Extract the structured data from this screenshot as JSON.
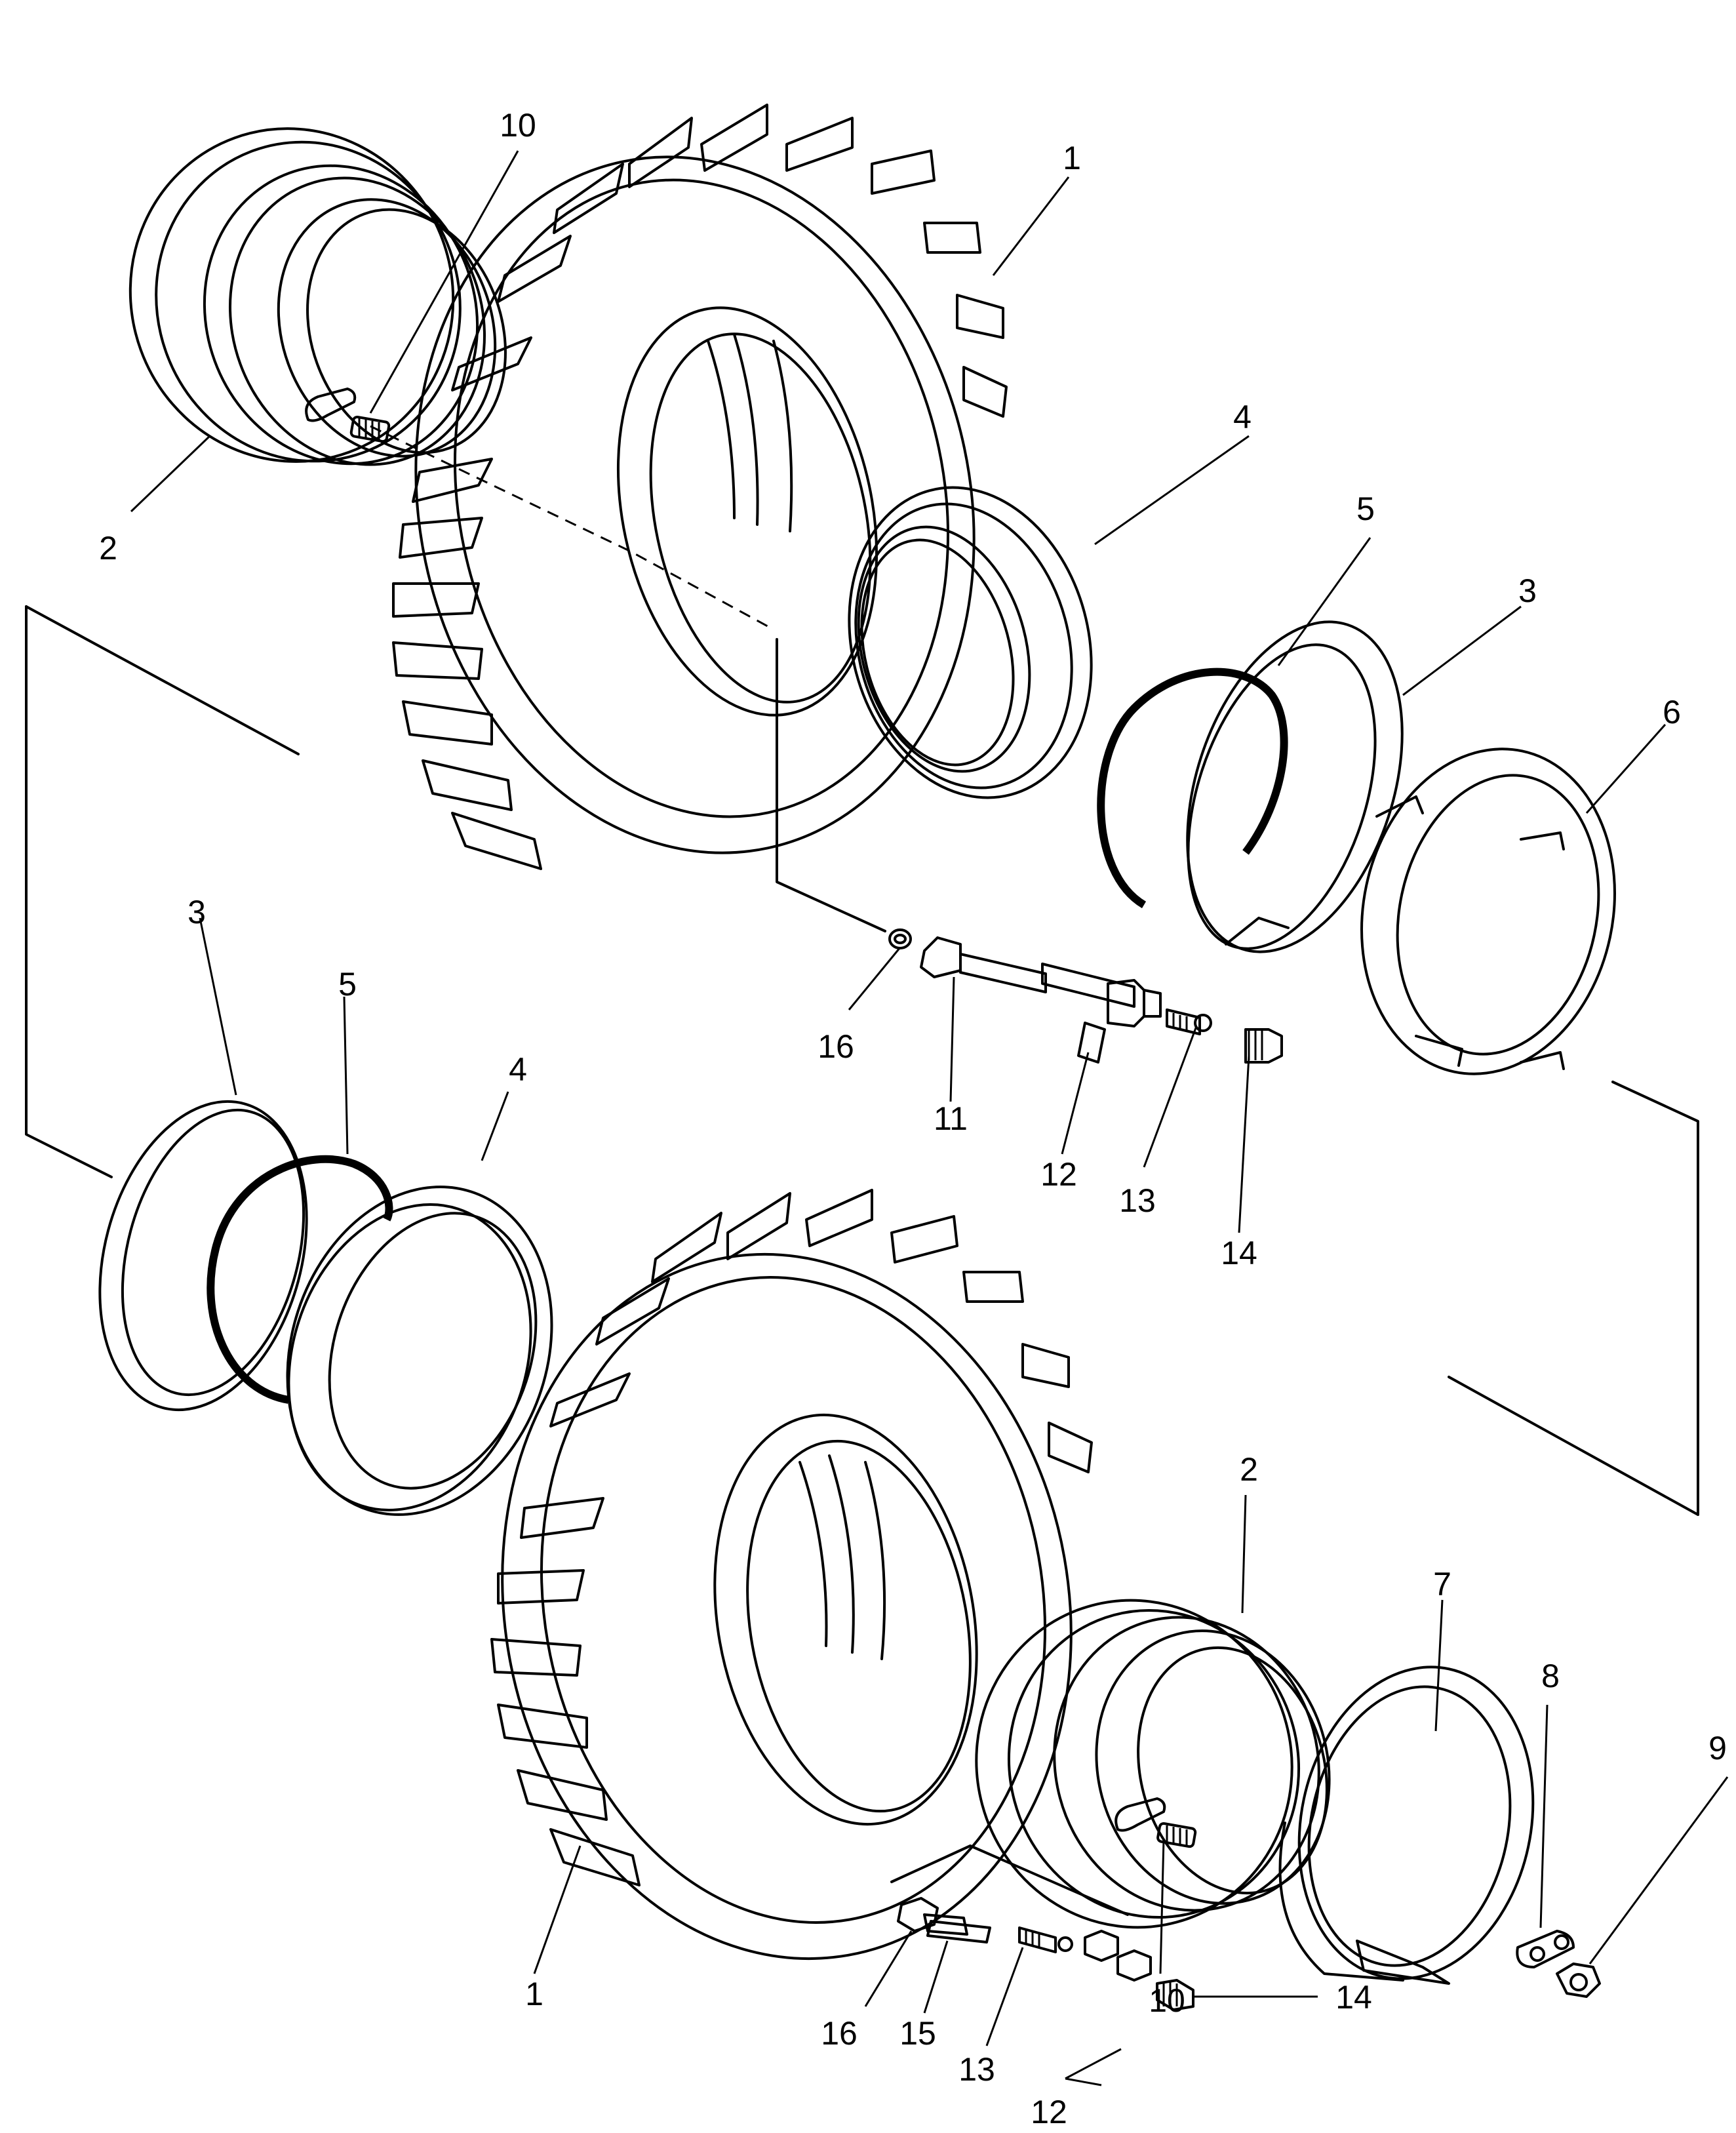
{
  "labels": {
    "tire_top": "1",
    "rim_top": "2",
    "ring_top": "3",
    "band_top": "4",
    "lock_ring_top": "5",
    "spacer_top": "6",
    "valve_top": "10",
    "tube_11": "11",
    "part_12_top": "12",
    "part_13_top": "13",
    "part_14_top": "14",
    "part_16_top": "16",
    "ring_left": "3",
    "lock_ring_left": "5",
    "band_left": "4",
    "tire_bottom": "1",
    "rim_bottom": "2",
    "sleeve_7": "7",
    "part_8": "8",
    "part_9": "9",
    "valve_bottom": "10",
    "part_16_bottom": "16",
    "part_15": "15",
    "part_13_bottom": "13",
    "part_12_bottom": "12",
    "part_14_bottom": "14"
  }
}
